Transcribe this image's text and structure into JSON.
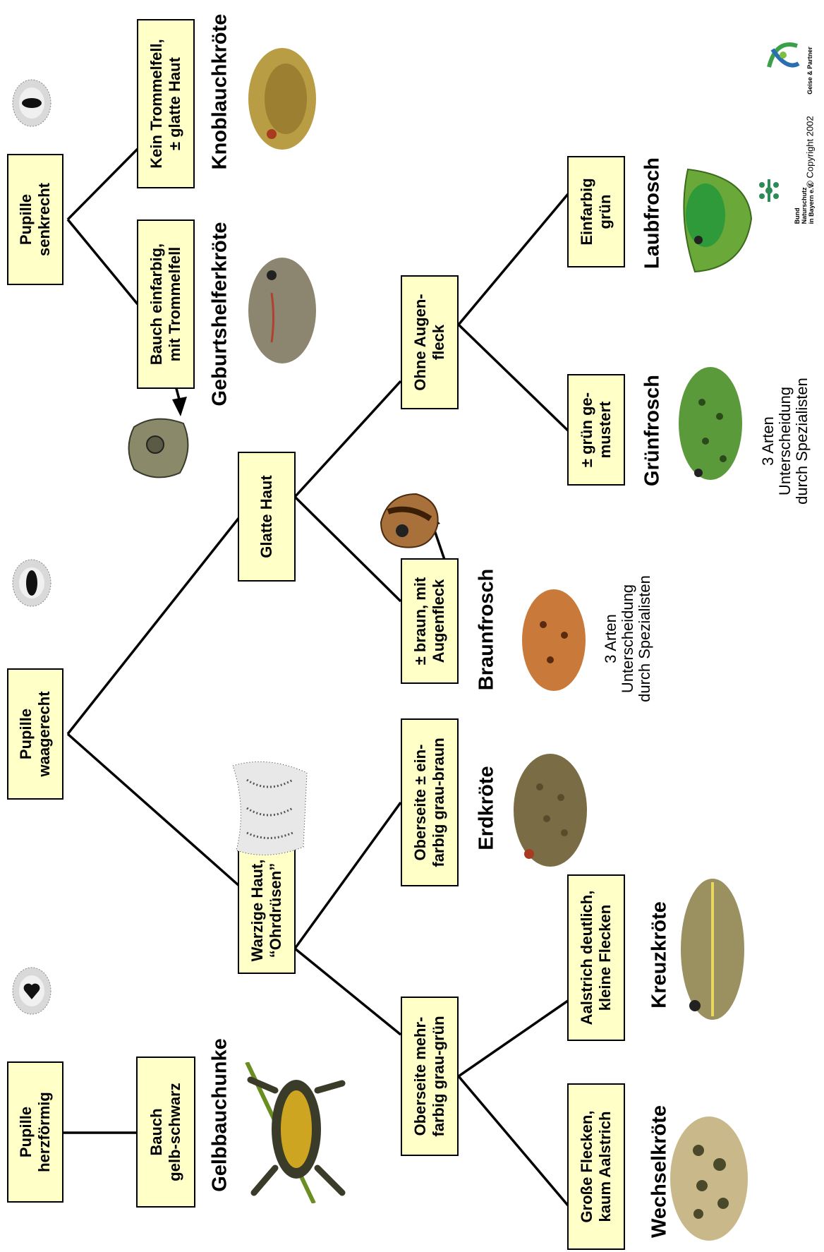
{
  "boxes": {
    "pupil_heart": [
      "Pupille",
      "herzförmig"
    ],
    "belly_yb": [
      "Bauch",
      "gelb-schwarz"
    ],
    "pupil_horizontal": [
      "Pupille",
      "waagerecht"
    ],
    "pupil_vertical": [
      "Pupille",
      "senkrecht"
    ],
    "belly_mono": [
      "Bauch einfarbig,",
      "mit Trommelfell"
    ],
    "no_eardrum": [
      "Kein Trommelfell,",
      "± glatte Haut"
    ],
    "warty": [
      "Warzige Haut,",
      "“Ohrdrüsen”"
    ],
    "smooth": [
      "Glatte Haut"
    ],
    "multicolor": [
      "Oberseite mehr-",
      "farbig grau-grün"
    ],
    "unicolor": [
      "Oberseite ± ein-",
      "farbig grau-braun"
    ],
    "brown": [
      "± braun, mit",
      "Augenfleck"
    ],
    "no_eyespot": [
      "Ohne Augen-",
      "fleck"
    ],
    "large_spots": [
      "Große Flecken,",
      "kaum Aalstrich"
    ],
    "eel_stripe": [
      "Aalstrich deutlich,",
      "kleine Flecken"
    ],
    "green_pattern": [
      "± grün ge-",
      "mustert"
    ],
    "green_plain": [
      "Einfarbig",
      "grün"
    ]
  },
  "species": {
    "gelbbauchunke": "Gelbbauchunke",
    "geburtshelferkroete": "Geburtshelferkröte",
    "knoblauchkroete": "Knoblauchkröte",
    "wechselkroete": "Wechselkröte",
    "kreuzkroete": "Kreuzkröte",
    "erdkroete": "Erdkröte",
    "braunfrosch": "Braunfrosch",
    "gruenfrosch": "Grünfrosch",
    "laubfrosch": "Laubfrosch"
  },
  "notes": {
    "braunfrosch": [
      "3 Arten",
      "Unterscheidung",
      "durch Spezialisten"
    ],
    "gruenfrosch": [
      "3 Arten",
      "Unterscheidung",
      "durch Spezialisten"
    ]
  },
  "credits": {
    "copyright": "© Copyright 2002",
    "publisher": "Geise & Partner",
    "bund_line1": "Bund",
    "bund_line2": "Naturschutz",
    "bund_line3": "in Bayern e.V."
  },
  "colors": {
    "box_fill": "#ffffc8",
    "line": "#000000"
  }
}
